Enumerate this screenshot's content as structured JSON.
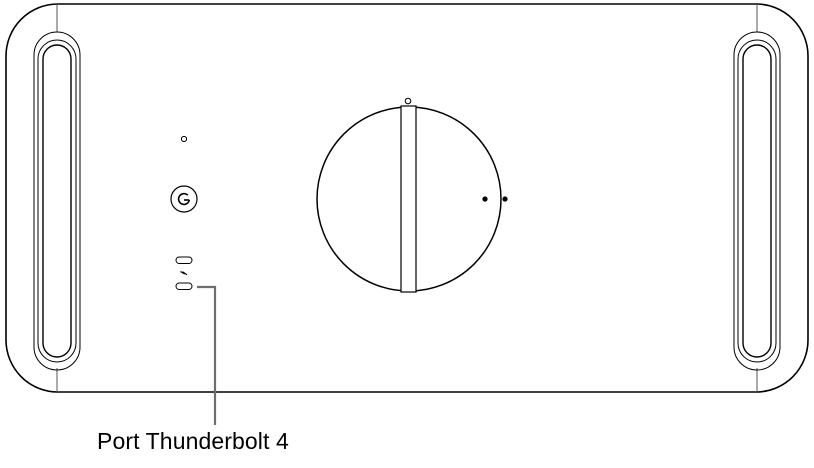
{
  "diagram": {
    "subject": "Mac Pro top view",
    "callouts": [
      {
        "id": "thunderbolt-4-ports",
        "label": "Port Thunderbolt 4"
      }
    ],
    "components": [
      "left-handle",
      "right-handle",
      "status-led",
      "power-button",
      "thunderbolt-port-1",
      "thunderbolt-icon",
      "thunderbolt-port-2",
      "top-lock-latch",
      "latch-indicator-dots"
    ],
    "colors": {
      "stroke": "#000000",
      "callout_line": "#6e6e6e",
      "background": "#ffffff"
    }
  }
}
